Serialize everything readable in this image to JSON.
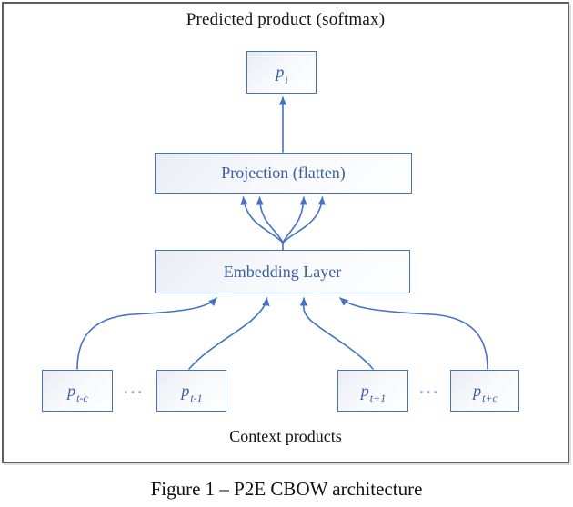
{
  "diagram": {
    "title": "Predicted product (softmax)",
    "context_label": "Context products",
    "caption": "Figure 1 – P2E CBOW architecture",
    "ellipsis": "...",
    "boxes": {
      "predicted": {
        "base": "p",
        "sub": "i"
      },
      "projection": "Projection (flatten)",
      "embedding": "Embedding Layer",
      "context": [
        {
          "base": "p",
          "sub": "t-c"
        },
        {
          "base": "p",
          "sub": "t-1"
        },
        {
          "base": "p",
          "sub": "t+1"
        },
        {
          "base": "p",
          "sub": "t+c"
        }
      ]
    },
    "colors": {
      "accent_blue": "#4472C4",
      "text_blue": "#3b5fa5",
      "ellipsis_blue": "#9fb4dc",
      "frame_gray": "#5f5f5f"
    }
  }
}
